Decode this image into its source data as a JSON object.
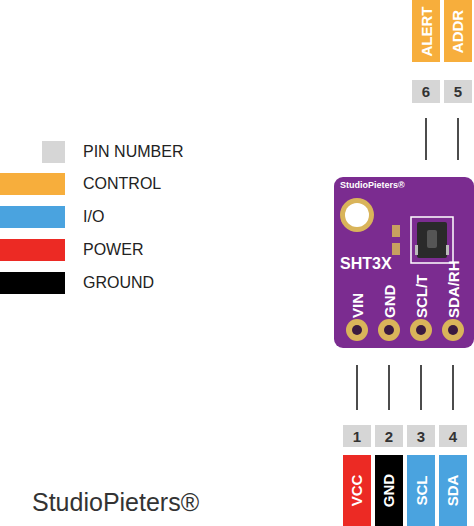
{
  "diagram": {
    "labels": [
      "ALERT",
      "ADDR",
      "6",
      "5",
      "StudioPieters®",
      "SHT3X",
      "VIN",
      "GND",
      "SCL/T",
      "SDA/RH",
      "1",
      "2",
      "3",
      "4",
      "VCC",
      "GND",
      "SCL",
      "SDA",
      "StudioPieters®"
    ],
    "legend": [
      {
        "text": "PIN NUMBER",
        "color": "#d6d6d6"
      },
      {
        "text": "CONTROL",
        "color": "#f7ae3c"
      },
      {
        "text": "I/O",
        "color": "#4aa3df"
      },
      {
        "text": "POWER",
        "color": "#ec2a24"
      },
      {
        "text": "GROUND",
        "color": "#000000"
      }
    ]
  }
}
